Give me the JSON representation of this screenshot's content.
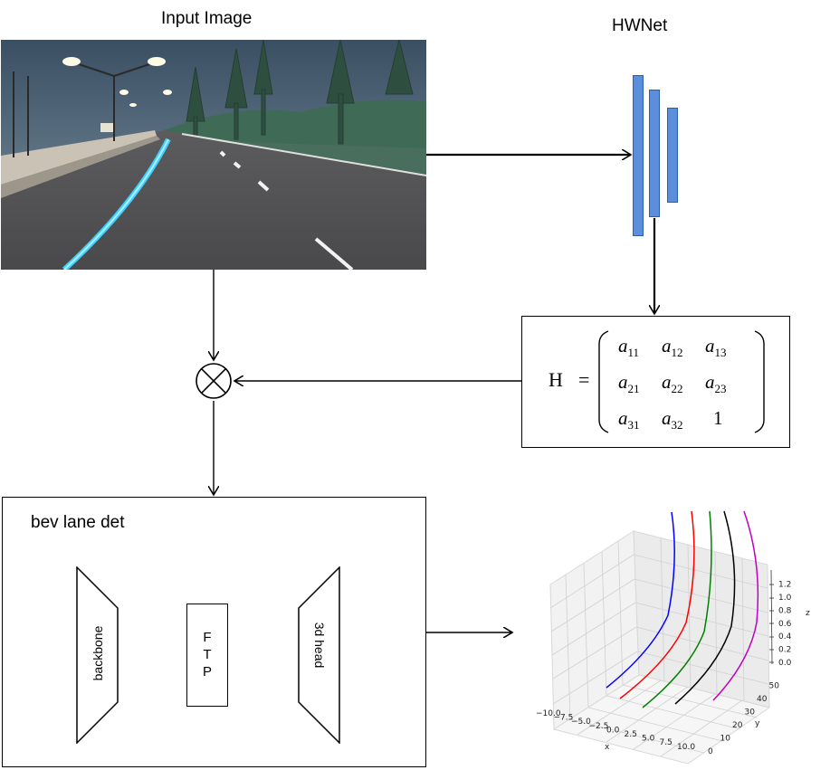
{
  "input_image": {
    "title": "Input Image"
  },
  "hwnet": {
    "title": "HWNet"
  },
  "matrix": {
    "symbol": "H",
    "equals": "=",
    "entries": [
      [
        {
          "base": "a",
          "sub": "11"
        },
        {
          "base": "a",
          "sub": "12"
        },
        {
          "base": "a",
          "sub": "13"
        }
      ],
      [
        {
          "base": "a",
          "sub": "21"
        },
        {
          "base": "a",
          "sub": "22"
        },
        {
          "base": "a",
          "sub": "23"
        }
      ],
      [
        {
          "base": "a",
          "sub": "31"
        },
        {
          "base": "a",
          "sub": "32"
        },
        {
          "base": "1",
          "sub": ""
        }
      ]
    ]
  },
  "bev": {
    "title": "bev lane det",
    "backbone": "backbone",
    "ftp": [
      "F",
      "T",
      "P"
    ],
    "head": "3d head"
  },
  "plot3d": {
    "x_label": "x",
    "y_label": "y",
    "z_label": "z",
    "x_ticks": [
      "−10.0",
      "−7.5",
      "−5.0",
      "−2.5",
      "0.0",
      "2.5",
      "5.0",
      "7.5",
      "10.0"
    ],
    "y_ticks": [
      "0",
      "10",
      "20",
      "30",
      "40",
      "50"
    ],
    "z_ticks": [
      "0.0",
      "0.2",
      "0.4",
      "0.6",
      "0.8",
      "1.0",
      "1.2"
    ],
    "lane_colors": [
      "#0000ff",
      "#ff0000",
      "#008000",
      "#000000",
      "#c000c0"
    ]
  }
}
